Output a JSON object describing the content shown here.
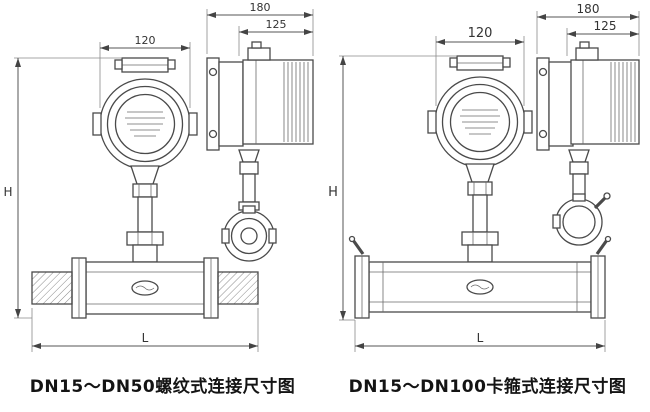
{
  "figures": {
    "left": {
      "caption": "DN15～DN50螺纹式连接尺寸图",
      "dims": {
        "head_width": "120",
        "depth_total": "180",
        "depth_body": "125",
        "height": "H",
        "length": "L"
      }
    },
    "right": {
      "caption": "DN15～DN100卡箍式连接尺寸图",
      "dims": {
        "head_width": "120",
        "depth_total": "180",
        "depth_body": "125",
        "height": "H",
        "length": "L"
      }
    }
  }
}
